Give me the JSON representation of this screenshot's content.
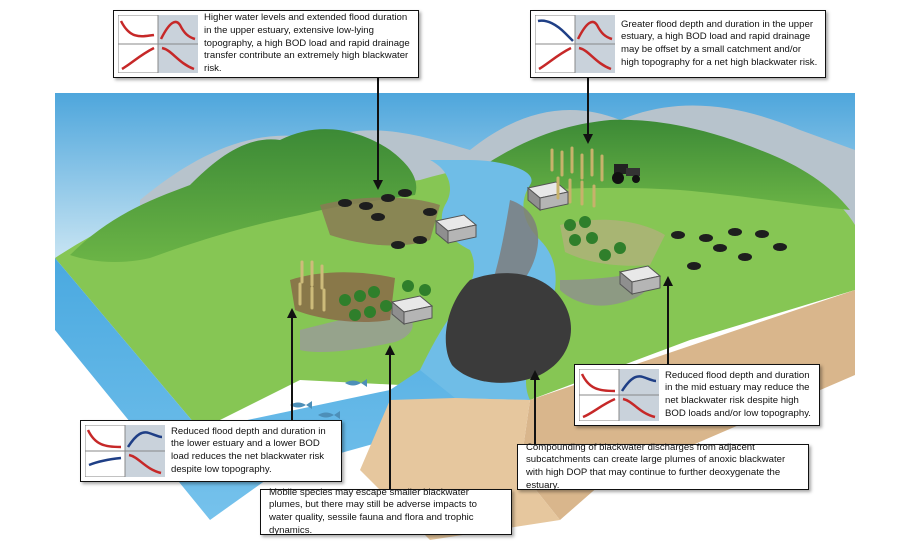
{
  "callouts": {
    "upper_left": "Higher water levels and extended flood duration in the upper estuary, extensive low-lying topography, a high BOD load and rapid drainage transfer contribute an extremely high blackwater risk.",
    "upper_right": "Greater flood depth and duration in the upper estuary, a high BOD load and rapid drainage may be offset by a small catchment and/or high topography for a net high blackwater risk.",
    "mid_right": "Reduced flood depth and duration in the mid estuary may reduce the net blackwater risk despite high BOD loads and/or low topography.",
    "lower_left": "Reduced flood depth and duration in the lower estuary and a lower BOD load reduces the net blackwater risk despite low topography.",
    "bottom_right": "Compounding of blackwater discharges from adjacent subcatchments can create large plumes of anoxic blackwater with high DOP that may continue to further deoxygenate the estuary.",
    "bottom_center": "Mobile species may escape smaller blackwater plumes, but there may still be adverse impacts to water quality, sessile fauna and flora and trophic dynamics."
  },
  "colors": {
    "sky_top": "#5aaee0",
    "sky_bottom": "#d7ecf5",
    "land_green": "#7cc24a",
    "hill_green": "#3f8f3a",
    "water_blue": "#5cb4e6",
    "soil_tan": "#d8b48a",
    "blackwater": "#3a3a3a",
    "curve_red": "#c62828",
    "curve_blue": "#1f3f86"
  },
  "icons": [
    "risk-curves-icon-high",
    "risk-curves-icon-high",
    "risk-curves-icon-reduced",
    "risk-curves-icon-reduced"
  ]
}
